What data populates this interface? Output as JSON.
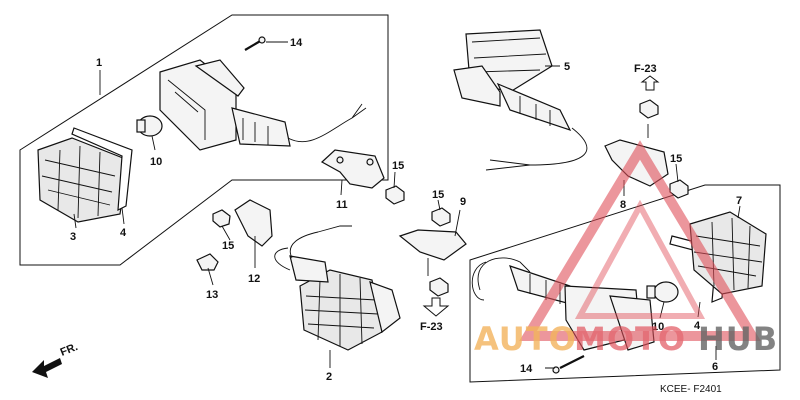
{
  "callouts": {
    "c1": "1",
    "c2": "2",
    "c3": "3",
    "c4": "4",
    "c4b": "4",
    "c5": "5",
    "c6": "6",
    "c7": "7",
    "c8": "8",
    "c9": "9",
    "c10": "10",
    "c10b": "10",
    "c11": "11",
    "c12": "12",
    "c13": "13",
    "c14": "14",
    "c14b": "14",
    "c15a": "15",
    "c15b": "15",
    "c15c": "15",
    "c15d": "15"
  },
  "refs": {
    "top": "F-23",
    "bottom": "F-23"
  },
  "direction": {
    "label": "FR."
  },
  "diagram_code": "KCEE- F2401",
  "watermark": {
    "part1": "AUTO",
    "part2": "MOTO",
    "part3": "HUB",
    "color_orange": "#f0a640",
    "color_red": "#e0505a",
    "color_dark": "#4a4a4a"
  }
}
